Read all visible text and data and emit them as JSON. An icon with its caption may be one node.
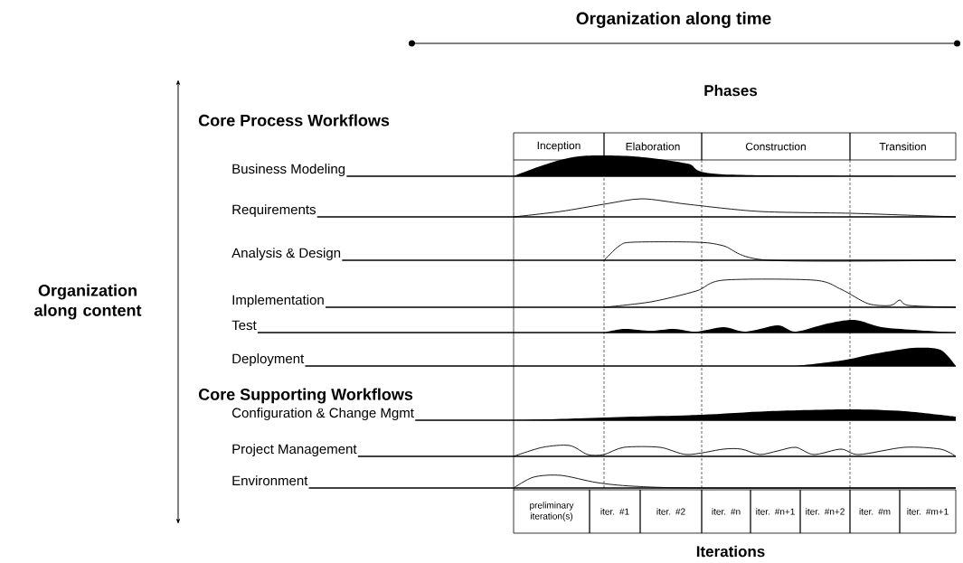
{
  "diagram": {
    "nodes": [
      {
        "text": [
          "Inception"
        ]
      },
      {
        "text": [
          "Elaboration"
        ]
      },
      {
        "text": [
          "Construction"
        ]
      },
      {
        "text": [
          "Transition"
        ]
      },
      {
        "text": [
          "preliminary iteration(s)"
        ]
      },
      {
        "text": [
          "iter. #1"
        ]
      },
      {
        "text": [
          "iter. #2"
        ]
      },
      {
        "text": [
          "iter. #n"
        ]
      },
      {
        "text": [
          "iter. #n+1"
        ]
      },
      {
        "text": [
          "iter. #n+2"
        ]
      },
      {
        "text": [
          "iter. #m"
        ]
      },
      {
        "text": [
          "iter. #m+1"
        ]
      }
    ],
    "labels": [
      "Organization along time",
      "Phases",
      "Core Process Workflows",
      "Business Modeling",
      "Requirements",
      "Analysis & Design",
      "Organization along content",
      "Implementation",
      "Test",
      "Deployment",
      "Core Supporting Workflows",
      "Configuration & Change Mgmt",
      "Project Management",
      "Environment",
      "Iterations"
    ]
  }
}
